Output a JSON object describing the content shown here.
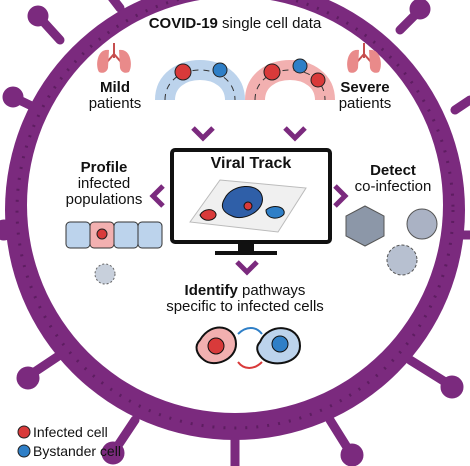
{
  "header": {
    "title_bold": "COVID-19",
    "title_rest": " single cell data"
  },
  "groups": {
    "mild": {
      "bold": "Mild",
      "rest": "patients"
    },
    "severe": {
      "bold": "Severe",
      "rest": "patients"
    }
  },
  "center": {
    "tool_title": "Viral Track"
  },
  "left": {
    "bold": "Profile",
    "line2": "infected",
    "line3": "populations"
  },
  "right": {
    "bold": "Detect",
    "line2": "co-infection"
  },
  "bottom": {
    "bold": "Identify",
    "rest": " pathways",
    "line2": "specific to infected cells"
  },
  "legend": {
    "infected": "Infected cell",
    "bystander": "Bystander cell"
  },
  "colors": {
    "virus_purple": "#7b2a7e",
    "infected_red": "#d93a3a",
    "bystander_blue": "#2f7fc7",
    "lung_pink": "#e98a8a",
    "gray_virus": "#8c97a8"
  }
}
